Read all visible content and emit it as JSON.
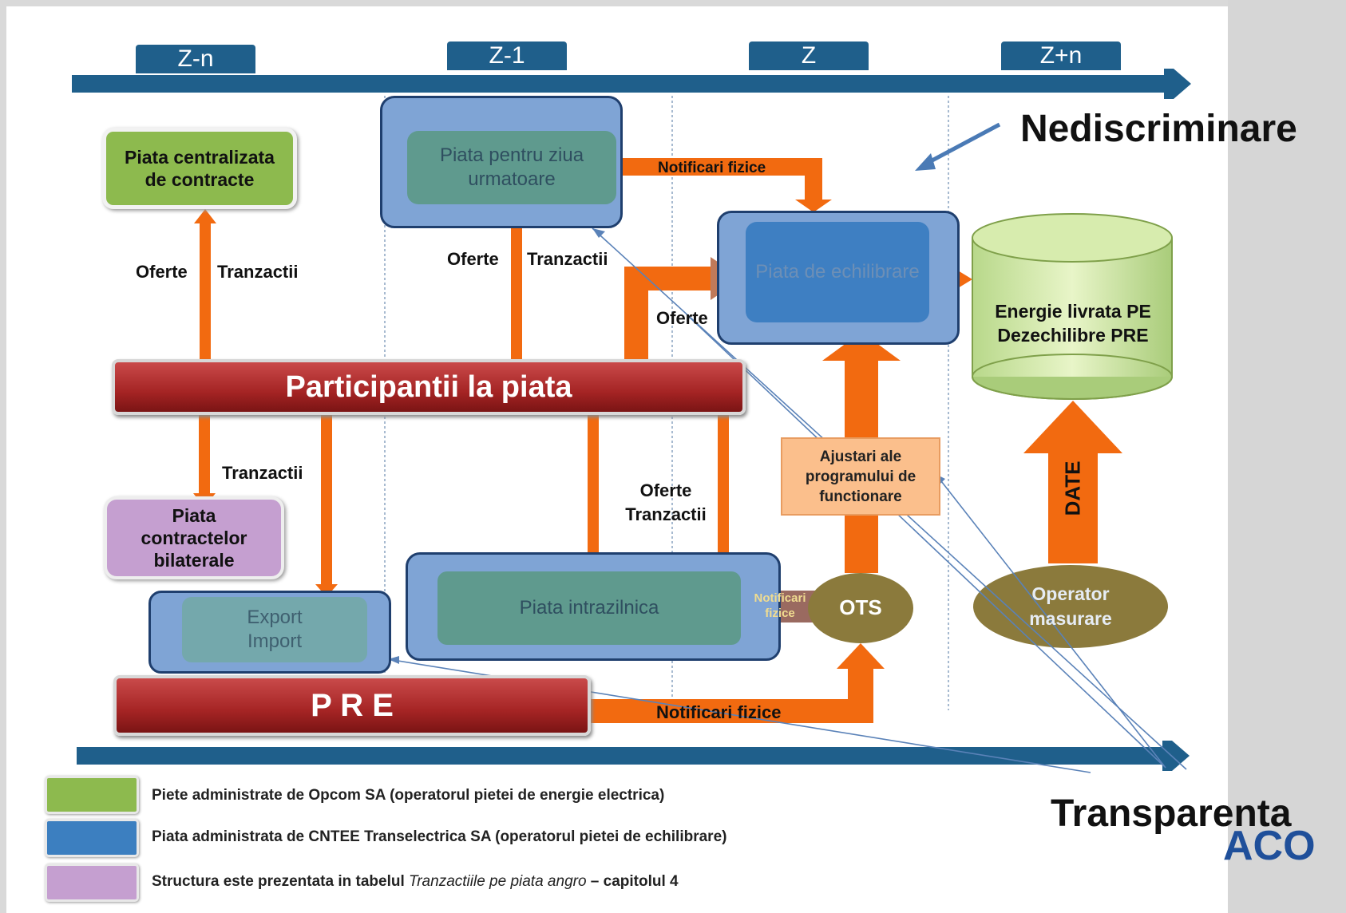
{
  "timeline": {
    "tabs": [
      "Z-n",
      "Z-1",
      "Z",
      "Z+n"
    ]
  },
  "labels": {
    "nediscriminare": "Nediscriminare",
    "transparenta": "Transparenta",
    "logo_partial": "ACO"
  },
  "nodes": {
    "piata_centralizata": "Piata centralizata de contracte",
    "piata_ziua_urmatoare": "Piata pentru ziua urmatoare",
    "piata_echilibrare": "Piata de echilibrare",
    "energie_livrata": "Energie livrata PE Dezechilibre PRE",
    "participantii": "Participantii la piata",
    "piata_bilaterale": "Piata contractelor bilaterale",
    "export_import": "Export Import",
    "piata_intrazilnica": "Piata intrazilnica",
    "ajustari": "Ajustari ale programului de functionare",
    "ots": "OTS",
    "operator_masurare": "Operator masurare",
    "pre": "P R E",
    "date": "DATE"
  },
  "edge_labels": {
    "oferte_1": "Oferte",
    "tranzactii_1": "Tranzactii",
    "oferte_2": "Oferte",
    "tranzactii_2": "Tranzactii",
    "notificari_fizice_top": "Notificari fizice",
    "oferte_3": "Oferte",
    "tranzactii_3": "Tranzactii",
    "oferte_tranzactii": "Oferte Tranzactii",
    "notificari_fizice_small": "Notificari fizice",
    "notificari_fizice_bottom": "Notificari fizice"
  },
  "legend": [
    {
      "text": "Piete administrate de Opcom SA (operatorul pietei de energie electrica)",
      "color": "#8dba4e"
    },
    {
      "text": "Piata administrata de CNTEE Transelectrica SA (operatorul pietei de echilibrare)",
      "color": "#3c7fc0"
    },
    {
      "text": "Structura este prezentata in tabelul",
      "italic": "Tranzactiile pe piata angro",
      "suffix": " – capitolul 4",
      "color": "#c59fd0"
    }
  ]
}
